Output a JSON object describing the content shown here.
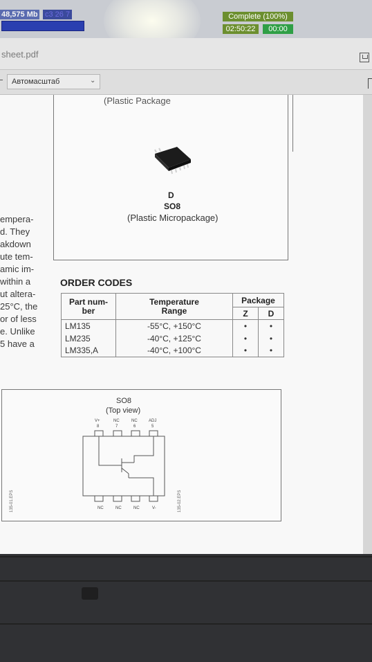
{
  "status_bar": {
    "size": "48,575 Mb",
    "info": "c3 26 7",
    "status": "Complete (100%)",
    "elapsed": "02:50:22",
    "remaining": "00:00"
  },
  "viewer": {
    "title": "sheet.pdf",
    "zoom": "Автомасштаб",
    "icons": [
      "download-icon",
      "chevron-down-icon"
    ]
  },
  "document": {
    "left_column": [
      "empera-",
      "d. They",
      "akdown",
      "ute tem-",
      "amic im-",
      "within a",
      "ut altera-",
      "25°C, the",
      "or of less",
      "e. Unlike",
      "5 have a"
    ],
    "package_box": {
      "top_caption": "(Plastic Package",
      "letter": "D",
      "name": "SO8",
      "description": "(Plastic Micropackage)"
    },
    "order_codes": {
      "heading": "ORDER CODES",
      "headers": {
        "part_number": "Part num-\nber",
        "temperature": "Temperature\nRange",
        "package": "Package",
        "z": "Z",
        "d": "D"
      },
      "rows": [
        {
          "part": "LM135",
          "range": "-55°C, +150°C",
          "z": "•",
          "d": "•"
        },
        {
          "part": "LM235",
          "range": "-40°C, +125°C",
          "z": "•",
          "d": "•"
        },
        {
          "part": "LM335,A",
          "range": "-40°C, +100°C",
          "z": "•",
          "d": "•"
        }
      ]
    },
    "pinout": {
      "title": "SO8",
      "subtitle": "(Top view)",
      "top_pins": [
        {
          "name": "V+",
          "num": "8"
        },
        {
          "name": "NC",
          "num": "7"
        },
        {
          "name": "NC",
          "num": "6"
        },
        {
          "name": "ADJ",
          "num": "5"
        }
      ],
      "bottom_pins": [
        "NC",
        "NC",
        "NC",
        "V-"
      ],
      "side_code_left": "135-01.EPS",
      "side_code_right": "135-02.EPS"
    }
  }
}
